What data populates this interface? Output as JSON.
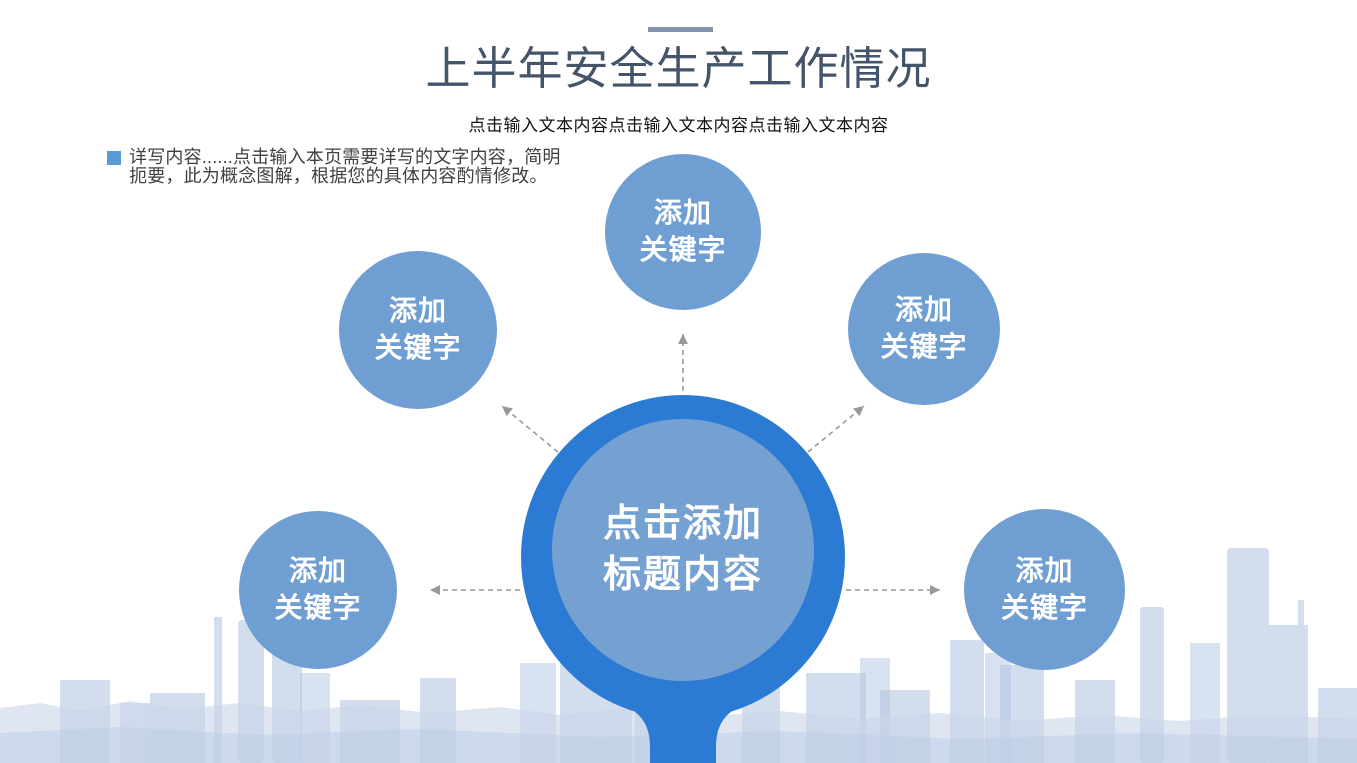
{
  "header": {
    "title": "上半年安全生产工作情况",
    "subtitle": "点击输入文本内容点击输入文本内容点击输入文本内容"
  },
  "note": {
    "text": "详写内容......点击输入本页需要详写的文字内容，简明扼要，此为概念图解，根据您的具体内容酌情修改。"
  },
  "diagram": {
    "center": {
      "line1": "点击添加",
      "line2": "标题内容"
    },
    "satellites": [
      {
        "position": "top",
        "line1": "添加",
        "line2": "关键字"
      },
      {
        "position": "upper-left",
        "line1": "添加",
        "line2": "关键字"
      },
      {
        "position": "upper-right",
        "line1": "添加",
        "line2": "关键字"
      },
      {
        "position": "lower-left",
        "line1": "添加",
        "line2": "关键字"
      },
      {
        "position": "lower-right",
        "line1": "添加",
        "line2": "关键字"
      }
    ]
  },
  "colors": {
    "title_text": "#44546a",
    "accent_dash": "#8494ad",
    "bullet_square": "#5b9bd5",
    "center_outer_ring": "#2b7bd4",
    "center_inner_fill": "#74a0d2",
    "satellite_fill": "#6f9ed2",
    "connector_arrow": "#999999",
    "skyline_tint": "#a9bedf"
  }
}
